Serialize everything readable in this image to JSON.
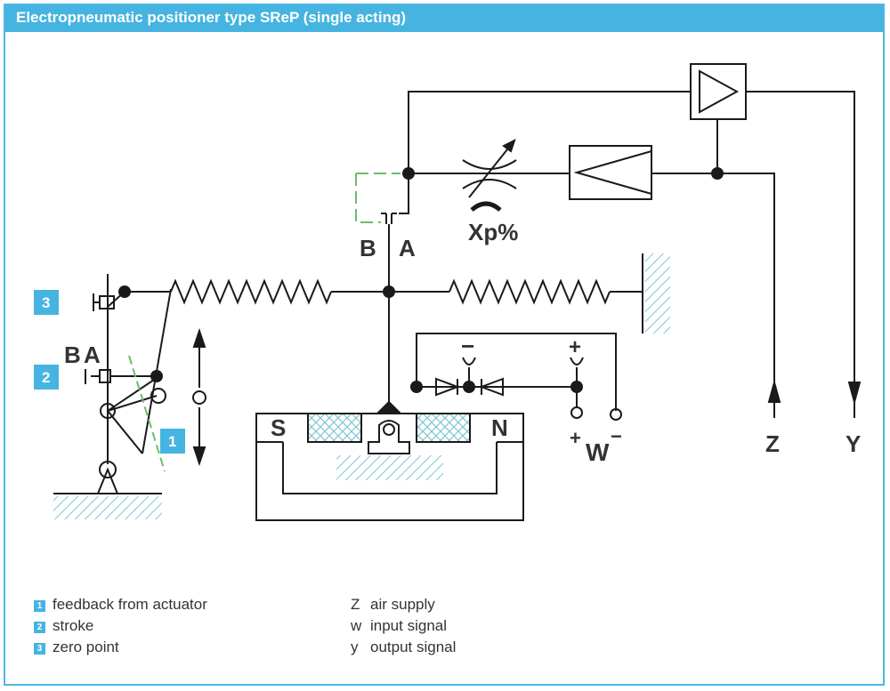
{
  "title": "Electropneumatic positioner type SReP (single acting)",
  "diagram": {
    "label_b_top": "B",
    "label_a_top": "A",
    "label_xp": "Xp%",
    "label_b_left": "B",
    "label_a_left": "A",
    "label_s": "S",
    "label_n": "N",
    "label_minus_top": "−",
    "label_plus_top": "+",
    "label_plus_w": "+",
    "label_w": "W",
    "label_minus_w": "−",
    "label_z": "Z",
    "label_y": "Y",
    "box_1": "1",
    "box_2": "2",
    "box_3": "3"
  },
  "legend": {
    "left": [
      {
        "num": "1",
        "text": "feedback from actuator"
      },
      {
        "num": "2",
        "text": "stroke"
      },
      {
        "num": "3",
        "text": "zero point"
      }
    ],
    "right": [
      {
        "sym": "Z",
        "text": "air supply"
      },
      {
        "sym": "w",
        "text": "input signal"
      },
      {
        "sym": "y",
        "text": "output signal"
      }
    ]
  },
  "colors": {
    "accent": "#46b4e0",
    "line": "#1a1a1a",
    "hatch": "#7fc6cf",
    "green": "#6cbd6c"
  }
}
